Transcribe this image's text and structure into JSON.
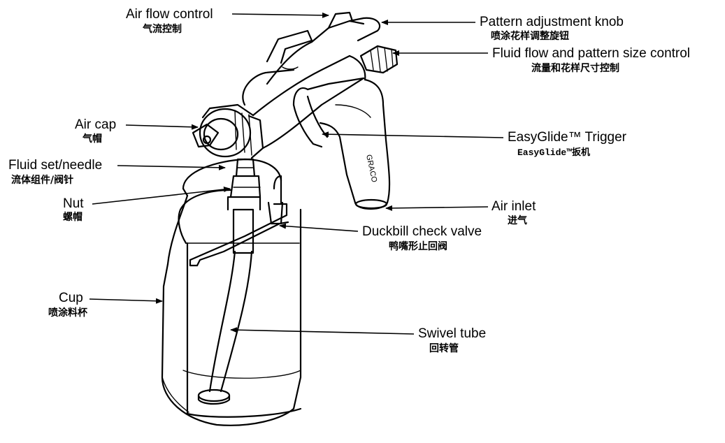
{
  "labels": {
    "air_flow_control": {
      "en": "Air flow control",
      "zh": "气流控制"
    },
    "pattern_adjustment_knob": {
      "en": "Pattern adjustment knob",
      "zh": "喷涂花样调整旋钮"
    },
    "fluid_flow_control": {
      "en": "Fluid flow and pattern size control",
      "zh": "流量和花样尺寸控制"
    },
    "air_cap": {
      "en": "Air cap",
      "zh": "气帽"
    },
    "easyglide_trigger": {
      "en": "EasyGlide™ Trigger",
      "zh": "EasyGlide™扳机"
    },
    "fluid_set_needle": {
      "en": "Fluid set/needle",
      "zh": "流体组件/阀针"
    },
    "nut": {
      "en": "Nut",
      "zh": "螺帽"
    },
    "air_inlet": {
      "en": "Air inlet",
      "zh": "进气"
    },
    "duckbill_check_valve": {
      "en": "Duckbill check valve",
      "zh": "鸭嘴形止回阀"
    },
    "cup": {
      "en": "Cup",
      "zh": "喷涂料杯"
    },
    "swivel_tube": {
      "en": "Swivel tube",
      "zh": "回转管"
    }
  },
  "brand_mark": "GRACO"
}
